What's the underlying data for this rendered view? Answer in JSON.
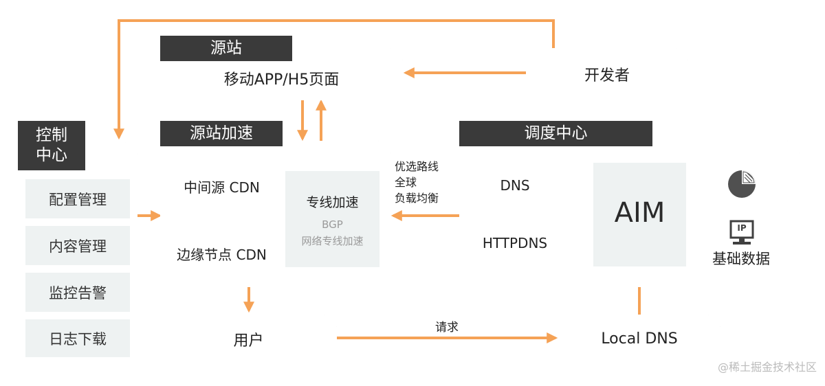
{
  "control_center": {
    "title": "控制\n中心",
    "items": [
      "配置管理",
      "内容管理",
      "监控告警",
      "日志下载"
    ]
  },
  "origin": {
    "title": "源站",
    "content": "移动APP/H5页面"
  },
  "developer": {
    "label": "开发者"
  },
  "origin_accel": {
    "title": "源站加速",
    "mid_cdn": "中间源 CDN",
    "edge_cdn": "边缘节点 CDN",
    "dedicated": {
      "title": "专线加速",
      "line1": "BGP",
      "line2": "网络专线加速"
    }
  },
  "routing_note": {
    "line1": "优选路线",
    "line2": "全球",
    "line3": "负载均衡"
  },
  "scheduling": {
    "title": "调度中心",
    "dns": "DNS",
    "httpdns": "HTTPDNS",
    "aim": "AIM",
    "basic_data": "基础数据",
    "ip_label": "IP"
  },
  "user": {
    "label": "用户"
  },
  "request": {
    "label": "请求"
  },
  "local_dns": {
    "label": "Local DNS"
  },
  "watermark": "@稀土掘金技术社区",
  "colors": {
    "arrow_orange": "#f5a256",
    "arrow_gray": "#b5b5b5",
    "tag_dark": "#3a3a3a",
    "panel_bg": "#eef2f2"
  }
}
